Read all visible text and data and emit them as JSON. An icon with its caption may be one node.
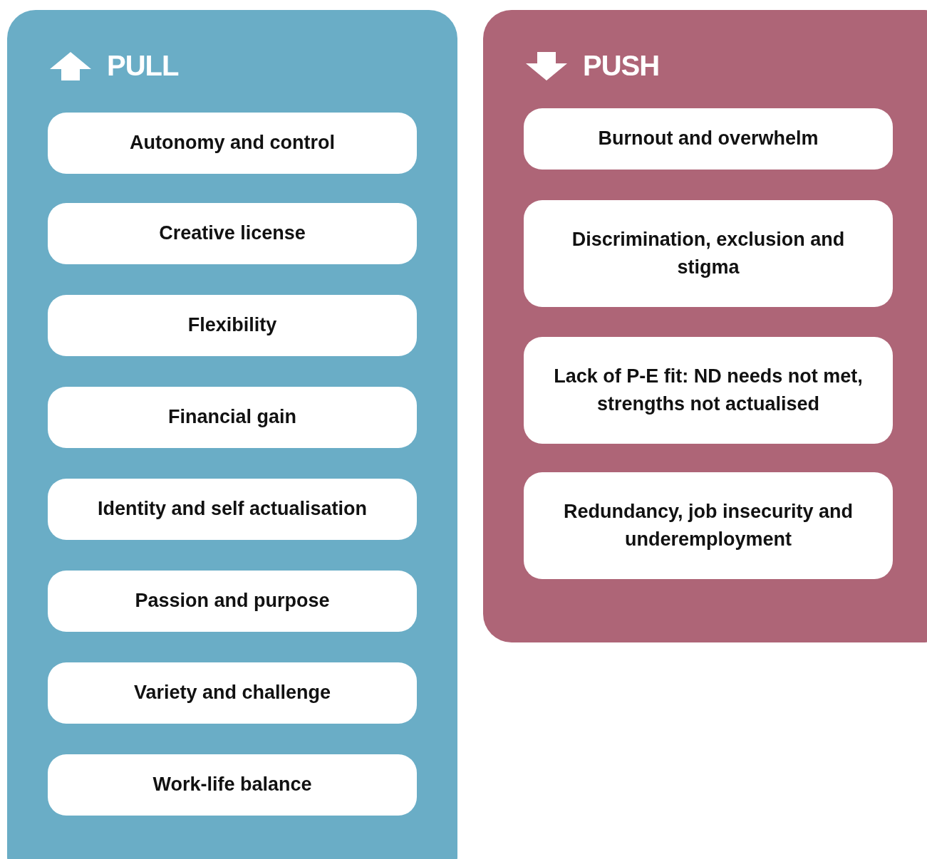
{
  "diagram": {
    "nodes": [
      {
        "text": [
          "PULL"
        ]
      },
      {
        "text": [
          "Autonomy and control"
        ],
        "in": 0
      },
      {
        "text": [
          "Creative license"
        ],
        "in": 0
      },
      {
        "text": [
          "Flexibility"
        ],
        "in": 0
      },
      {
        "text": [
          "Financial gain"
        ],
        "in": 0
      },
      {
        "text": [
          "Identity and self actualisation"
        ],
        "in": 0
      },
      {
        "text": [
          "Passion and purpose"
        ],
        "in": 0
      },
      {
        "text": [
          "Variety and challenge"
        ],
        "in": 0
      },
      {
        "text": [
          "Work-life balance"
        ],
        "in": 0
      },
      {
        "text": [
          "PUSH"
        ]
      },
      {
        "text": [
          "Burnout and overwhelm"
        ],
        "in": 9
      },
      {
        "text": [
          "Discrimination, exclusion and stigma"
        ],
        "in": 9
      },
      {
        "text": [
          "Lack of P-E fit: ND needs not met, strengths not actualised"
        ],
        "in": 9
      },
      {
        "text": [
          "Redundancy, job insecurity and underemployment"
        ],
        "in": 9
      }
    ]
  }
}
